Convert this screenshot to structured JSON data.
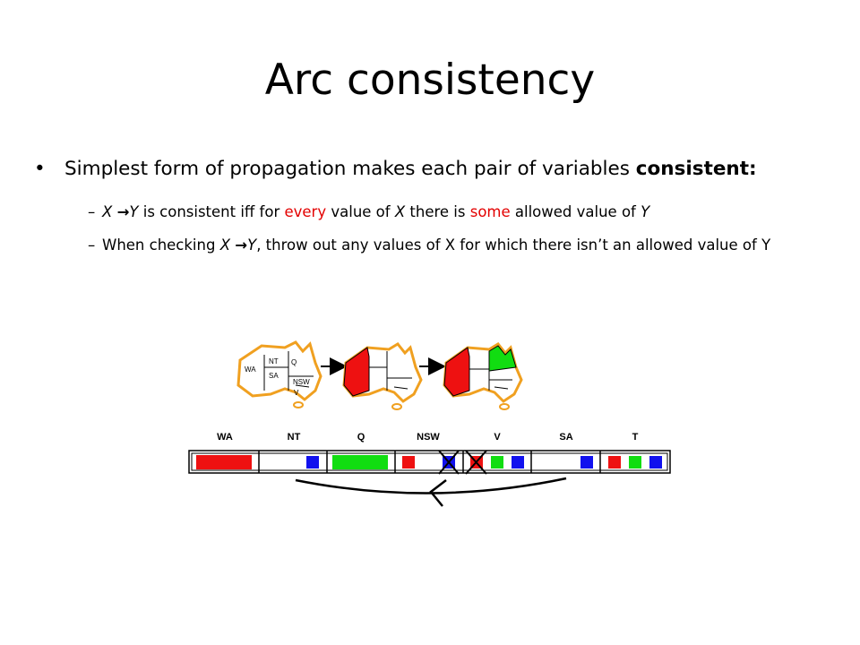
{
  "title": "Arc consistency",
  "bullet": {
    "text": "Simplest form of propagation makes each pair of variables ",
    "bold": "consistent:"
  },
  "sub1": {
    "x": "X",
    "arrow": "→",
    "y": "Y",
    "t1": " is consistent iff for ",
    "every": "every",
    "t2": " value of ",
    "x2": "X",
    "t3": " there is ",
    "some": "some",
    "t4": " allowed value of ",
    "y2": "Y"
  },
  "sub2": {
    "t1": "When checking ",
    "x": "X",
    "arrow": "→",
    "y": "Y",
    "t2": ", throw out any values of X for which there isn’t an allowed value of Y"
  },
  "map_labels": [
    "WA",
    "NT",
    "SA",
    "Q",
    "NSW",
    "V"
  ],
  "domain_headers": [
    "WA",
    "NT",
    "Q",
    "NSW",
    "V",
    "SA",
    "T"
  ],
  "colors": {
    "red": "#ee1111",
    "green": "#11dd11",
    "blue": "#1111ee",
    "outline": "#f0a020",
    "text_red": "#e30000"
  }
}
